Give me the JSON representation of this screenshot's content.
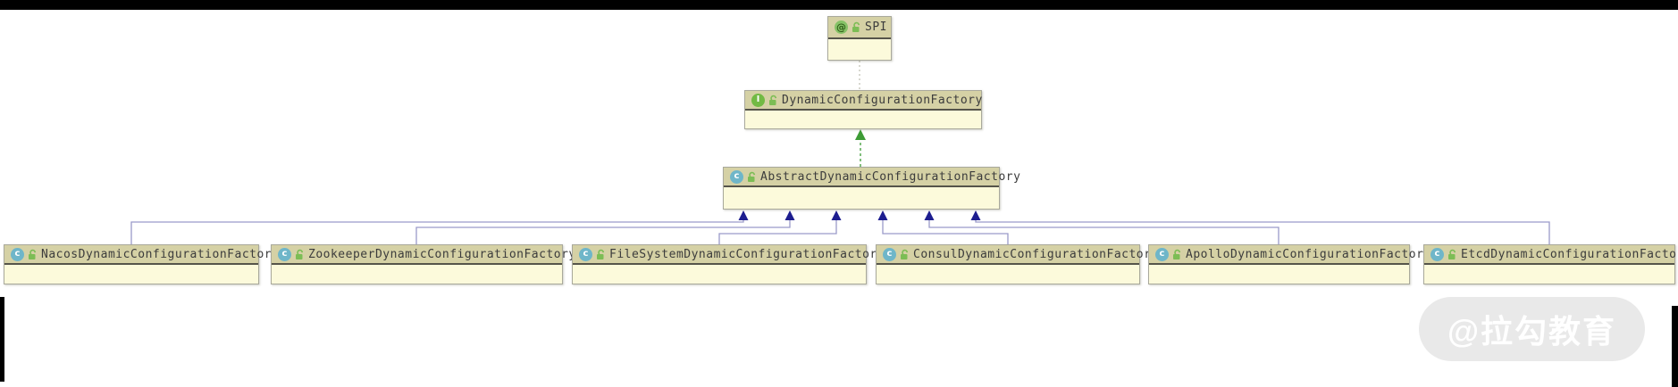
{
  "diagram": {
    "classes": [
      {
        "name": "SPI",
        "stereotype": "annotation",
        "icon_letter": "@"
      },
      {
        "name": "DynamicConfigurationFactory",
        "stereotype": "interface",
        "icon_letter": "I"
      },
      {
        "name": "AbstractDynamicConfigurationFactory",
        "stereotype": "class",
        "icon_letter": "c"
      },
      {
        "name": "NacosDynamicConfigurationFactory",
        "stereotype": "class",
        "icon_letter": "c"
      },
      {
        "name": "ZookeeperDynamicConfigurationFactory",
        "stereotype": "class",
        "icon_letter": "c"
      },
      {
        "name": "FileSystemDynamicConfigurationFactory",
        "stereotype": "class",
        "icon_letter": "c"
      },
      {
        "name": "ConsulDynamicConfigurationFactory",
        "stereotype": "class",
        "icon_letter": "c"
      },
      {
        "name": "ApolloDynamicConfigurationFactory",
        "stereotype": "class",
        "icon_letter": "c"
      },
      {
        "name": "EtcdDynamicConfigurationFactory",
        "stereotype": "class",
        "icon_letter": "c"
      }
    ],
    "relationships": [
      {
        "from": "DynamicConfigurationFactory",
        "to": "SPI",
        "type": "annotated-with"
      },
      {
        "from": "AbstractDynamicConfigurationFactory",
        "to": "DynamicConfigurationFactory",
        "type": "implements"
      },
      {
        "from": "NacosDynamicConfigurationFactory",
        "to": "AbstractDynamicConfigurationFactory",
        "type": "extends"
      },
      {
        "from": "ZookeeperDynamicConfigurationFactory",
        "to": "AbstractDynamicConfigurationFactory",
        "type": "extends"
      },
      {
        "from": "FileSystemDynamicConfigurationFactory",
        "to": "AbstractDynamicConfigurationFactory",
        "type": "extends"
      },
      {
        "from": "ConsulDynamicConfigurationFactory",
        "to": "AbstractDynamicConfigurationFactory",
        "type": "extends"
      },
      {
        "from": "ApolloDynamicConfigurationFactory",
        "to": "AbstractDynamicConfigurationFactory",
        "type": "extends"
      },
      {
        "from": "EtcdDynamicConfigurationFactory",
        "to": "AbstractDynamicConfigurationFactory",
        "type": "extends"
      }
    ],
    "icons": {
      "class-icon": "teal circle with letter c",
      "interface-icon": "green circle with letter I",
      "annotation-icon": "green circle with @ sign",
      "unlocked-icon": "small green open padlock (public visibility)"
    },
    "colors": {
      "node_header_bg": "#d5d1a5",
      "node_body_bg": "#fcfadb",
      "node_border": "#a9a99b",
      "extends_line": "#9a9ac9",
      "extends_arrow": "#1d1d8f",
      "implements_line": "#3d9b35",
      "annotation_link_line": "#bdbdb0",
      "class_icon_bg": "#6fb6c9",
      "interface_icon_bg": "#72ba44",
      "annotation_icon_bg": "#86c267",
      "lock_icon": "#7cbd55"
    }
  },
  "watermark": {
    "text": "@拉勾教育"
  }
}
